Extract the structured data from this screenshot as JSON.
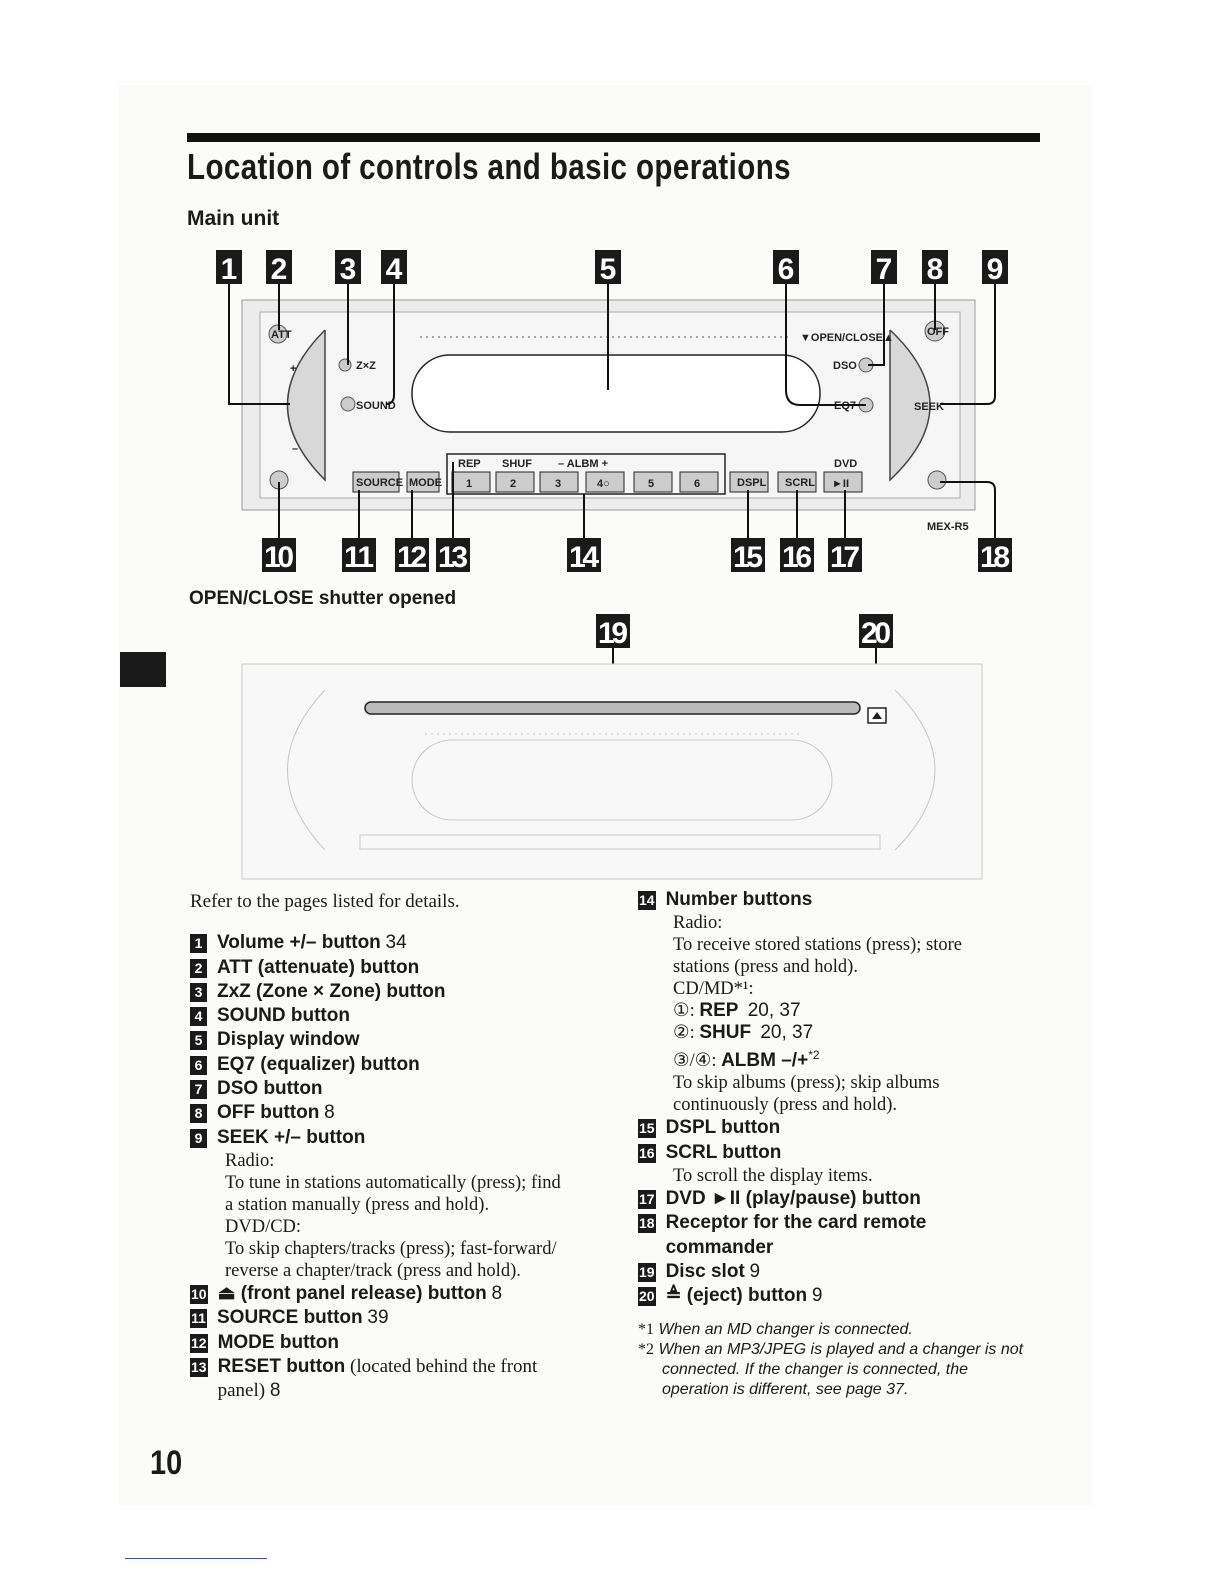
{
  "title": "Location of controls and basic operations",
  "section_main": "Main unit",
  "section_open": "OPEN/CLOSE shutter opened",
  "page_number": "10",
  "diagram": {
    "callouts_top": [
      "1",
      "2",
      "3",
      "4",
      "5",
      "6",
      "7",
      "8",
      "9"
    ],
    "callouts_bottom": [
      "10",
      "11",
      "12",
      "13",
      "14",
      "15",
      "16",
      "17",
      "18"
    ],
    "callouts_open": [
      "19",
      "20"
    ],
    "labels": {
      "att": "ATT",
      "zxz": "Z×Z",
      "sound": "SOUND",
      "open_close": "▼OPEN/CLOSE▲",
      "dso": "DSO",
      "eq7": "EQ7",
      "off": "OFF",
      "seek": "SEEK",
      "plus": "+",
      "minus": "–",
      "rep": "REP",
      "shuf": "SHUF",
      "albm": "–  ALBM  +",
      "dvd": "DVD",
      "source": "SOURCE",
      "mode": "MODE",
      "dspl": "DSPL",
      "scrl": "SCRL",
      "play": "►II",
      "model": "MEX-R5",
      "buttons": [
        "1",
        "2",
        "3",
        "4○",
        "5",
        "6"
      ]
    }
  },
  "intro": "Refer to the pages listed for details.",
  "left_items": [
    {
      "n": "1",
      "label": "Volume +/– button",
      "page": "34"
    },
    {
      "n": "2",
      "label": "ATT (attenuate) button",
      "page": ""
    },
    {
      "n": "3",
      "label": "ZxZ (Zone × Zone) button",
      "page": ""
    },
    {
      "n": "4",
      "label": "SOUND button",
      "page": ""
    },
    {
      "n": "5",
      "label": "Display window",
      "page": ""
    },
    {
      "n": "6",
      "label": "EQ7 (equalizer) button",
      "page": ""
    },
    {
      "n": "7",
      "label": "DSO button",
      "page": ""
    },
    {
      "n": "8",
      "label": "OFF button",
      "page": "8"
    },
    {
      "n": "9",
      "label": "SEEK +/– button",
      "page": ""
    },
    {
      "n": "10",
      "label": "⏏ (front panel release) button",
      "page": "8"
    },
    {
      "n": "11",
      "label": "SOURCE button",
      "page": "39"
    },
    {
      "n": "12",
      "label": "MODE button",
      "page": ""
    },
    {
      "n": "13",
      "label": "RESET button",
      "note": "(located behind the front",
      "note2": "panel)",
      "page": "8"
    }
  ],
  "seek_desc": [
    "Radio:",
    "To tune in stations automatically (press); find",
    "a station manually (press and hold).",
    "DVD/CD:",
    "To skip chapters/tracks (press); fast-forward/",
    "reverse a chapter/track (press and hold)."
  ],
  "right_items": [
    {
      "n": "14",
      "label": "Number buttons"
    },
    {
      "n": "15",
      "label": "DSPL button"
    },
    {
      "n": "16",
      "label": "SCRL button"
    },
    {
      "n": "17",
      "label": "DVD ►II (play/pause) button"
    },
    {
      "n": "18",
      "label": "Receptor for the card remote",
      "label2": "commander"
    },
    {
      "n": "19",
      "label": "Disc slot",
      "page": "9"
    },
    {
      "n": "20",
      "label": "≜ (eject) button",
      "page": "9"
    }
  ],
  "number_desc": {
    "l1": "Radio:",
    "l2": "To receive stored stations (press); store",
    "l3": "stations (press and hold).",
    "l4": "CD/MD*¹:",
    "rep_key": "①",
    "rep": "REP",
    "rep_pages": "20, 37",
    "shuf_key": "②",
    "shuf": "SHUF",
    "shuf_pages": "20, 37",
    "albm_key": "③/④",
    "albm": "ALBM –/+",
    "albm_note": "*2",
    "l8": "To skip albums (press); skip albums",
    "l9": "continuously (press and hold)."
  },
  "scrl_desc": "To scroll the display items.",
  "footnotes": [
    {
      "mark": "*1",
      "text": "When an MD changer is connected."
    },
    {
      "mark": "*2",
      "text": "When an MP3/JPEG is played and a changer is not",
      "text2": "connected. If the changer is connected, the",
      "text3": "operation is different, see page 37."
    }
  ]
}
